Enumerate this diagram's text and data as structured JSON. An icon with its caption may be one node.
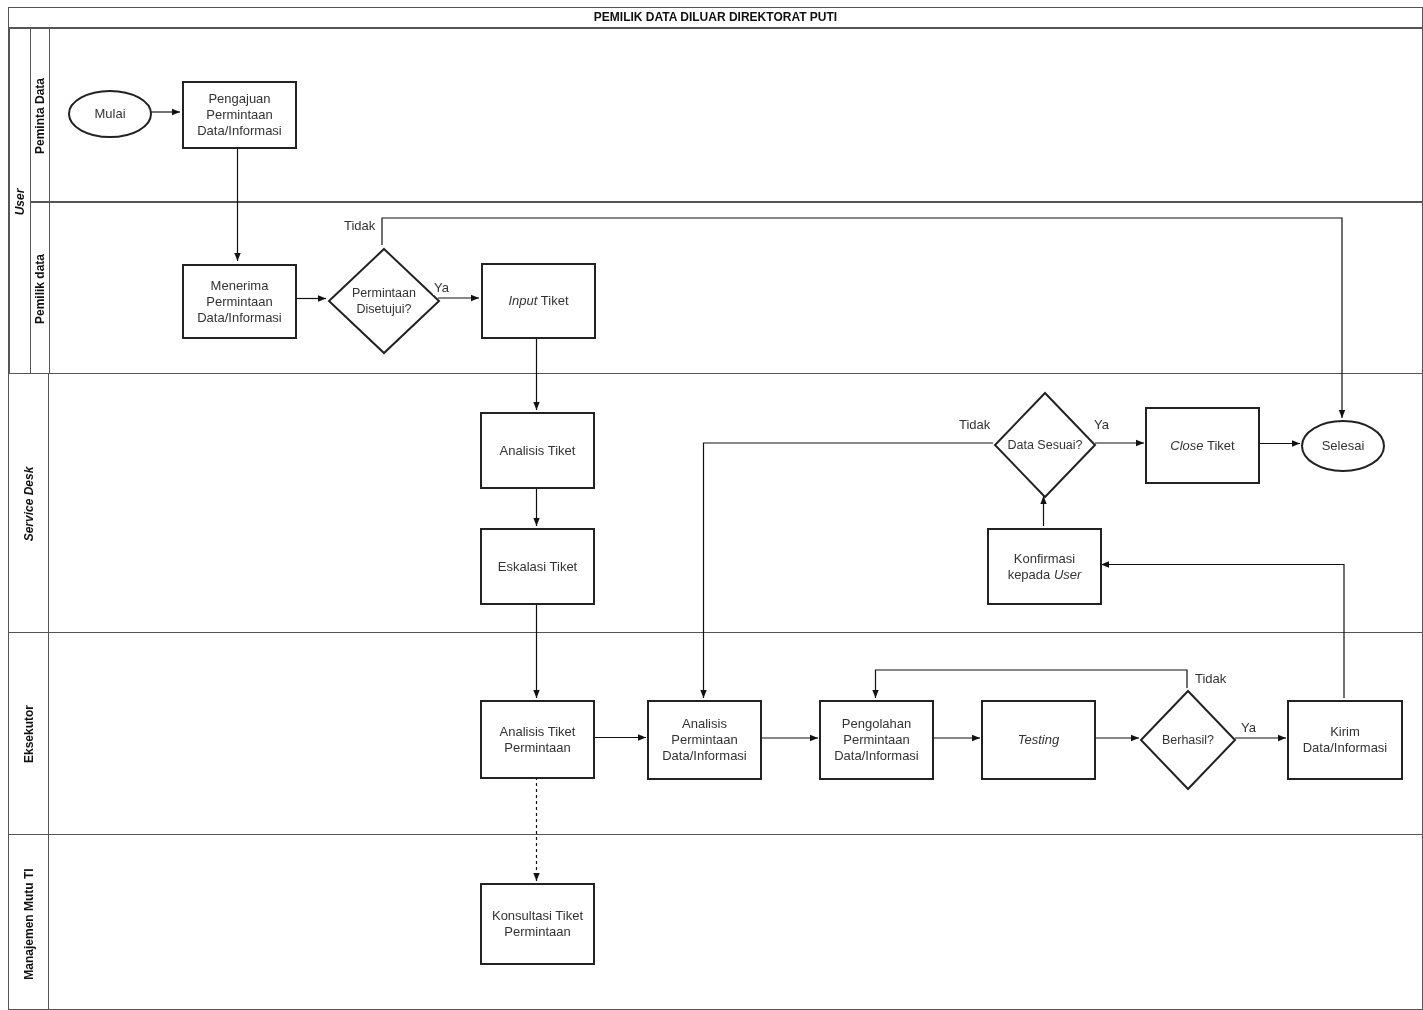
{
  "diagram": {
    "nodes": [
      {
        "text": [
          "PEMILIK DATA DILUAR DIREKTORAT PUTI"
        ]
      },
      {
        "text": [
          "User"
        ],
        "in": 0
      },
      {
        "text": [
          "Peminta Data"
        ],
        "in": 1
      },
      {
        "text": [
          "Pemilik data"
        ],
        "in": 1
      },
      {
        "text": [
          "Service Desk"
        ],
        "in": 0
      },
      {
        "text": [
          "Eksekutor"
        ],
        "in": 0
      },
      {
        "text": [
          "Manajemen Mutu TI"
        ],
        "in": 0
      },
      {
        "text": [
          "Mulai"
        ],
        "in": 2
      },
      {
        "text": [
          "Pengajuan Permintaan Data/Informasi"
        ],
        "in": 2
      },
      {
        "text": [
          "Menerima Permintaan Data/Informasi"
        ],
        "in": 3
      },
      {
        "text": [
          "Permintaan Disetujui?"
        ],
        "in": 3
      },
      {
        "text": [
          "*Input* Tiket"
        ],
        "in": 3
      },
      {
        "text": [
          "Analisis Tiket"
        ],
        "in": 4
      },
      {
        "text": [
          "Eskalasi Tiket"
        ],
        "in": 4
      },
      {
        "text": [
          "Data Sesuai?"
        ],
        "in": 4
      },
      {
        "text": [
          "*Close* Tiket"
        ],
        "in": 4
      },
      {
        "text": [
          "Selesai"
        ],
        "in": 4
      },
      {
        "text": [
          "Konfirmasi kepada *User*"
        ],
        "in": 4
      },
      {
        "text": [
          "Analisis Tiket Permintaan"
        ],
        "in": 5
      },
      {
        "text": [
          "Analisis Permintaan Data/Informasi"
        ],
        "in": 5
      },
      {
        "text": [
          "Pengolahan Permintaan Data/Informasi"
        ],
        "in": 5
      },
      {
        "text": [
          "Testing"
        ],
        "in": 5
      },
      {
        "text": [
          "Berhasil?"
        ],
        "in": 5
      },
      {
        "text": [
          "Kirim Data/Informasi"
        ],
        "in": 5
      },
      {
        "text": [
          "Konsultasi Tiket Permintaan"
        ],
        "in": 6
      }
    ],
    "edges": [
      {
        "from": 7,
        "to": 8,
        "arrow": "to"
      },
      {
        "from": 8,
        "to": 9,
        "arrow": "to"
      },
      {
        "from": 9,
        "to": 10,
        "arrow": "to"
      },
      {
        "from": 10,
        "to": 11,
        "arrow": "to",
        "label": "Ya"
      },
      {
        "from": 10,
        "to": 16,
        "arrow": "to",
        "label": "Tidak"
      },
      {
        "from": 11,
        "to": 12,
        "arrow": "to"
      },
      {
        "from": 12,
        "to": 13,
        "arrow": "to"
      },
      {
        "from": 13,
        "to": 18,
        "arrow": "to"
      },
      {
        "from": 14,
        "to": 19,
        "arrow": "to",
        "label": "Tidak"
      },
      {
        "from": 14,
        "to": 15,
        "arrow": "to",
        "label": "Ya"
      },
      {
        "from": 15,
        "to": 16,
        "arrow": "to"
      },
      {
        "from": 17,
        "to": 14,
        "arrow": "to"
      },
      {
        "from": 18,
        "to": 19,
        "arrow": "to"
      },
      {
        "from": 19,
        "to": 20,
        "arrow": "to"
      },
      {
        "from": 20,
        "to": 21,
        "arrow": "to"
      },
      {
        "from": 21,
        "to": 22,
        "arrow": "to"
      },
      {
        "from": 22,
        "to": 23,
        "arrow": "to",
        "label": "Ya"
      },
      {
        "from": 22,
        "to": 20,
        "arrow": "to",
        "label": "Tidak"
      },
      {
        "from": 23,
        "to": 17,
        "arrow": "to"
      },
      {
        "from": 18,
        "to": 24,
        "arrow": "to",
        "style": "dashed"
      }
    ]
  }
}
